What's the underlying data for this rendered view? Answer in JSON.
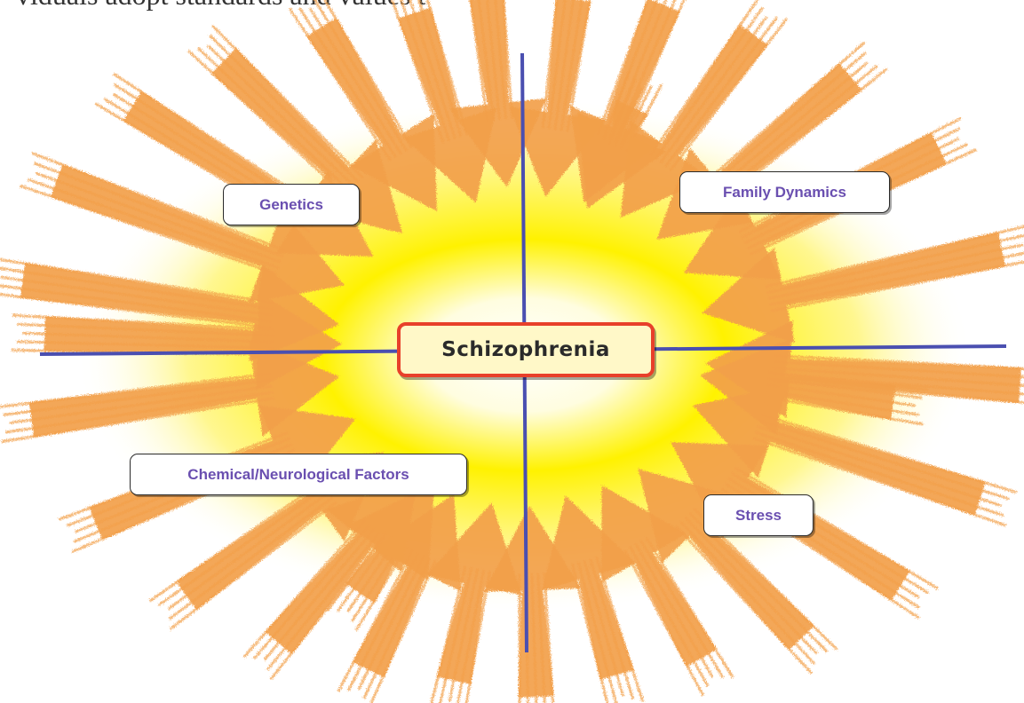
{
  "top_text": "viduals adopt standards and values t",
  "center_label": "Schizophrenia",
  "factors": {
    "genetics": "Genetics",
    "family_dynamics": "Family Dynamics",
    "chemical_neurological": "Chemical/Neurological Factors",
    "stress": "Stress"
  },
  "colors": {
    "burst_orange": "#f2a04a",
    "glow_yellow": "#fff200",
    "axis_line": "#4a4fb0",
    "center_border": "#e8402a",
    "center_fill": "#fff8c8",
    "factor_text": "#6a4fb0"
  }
}
